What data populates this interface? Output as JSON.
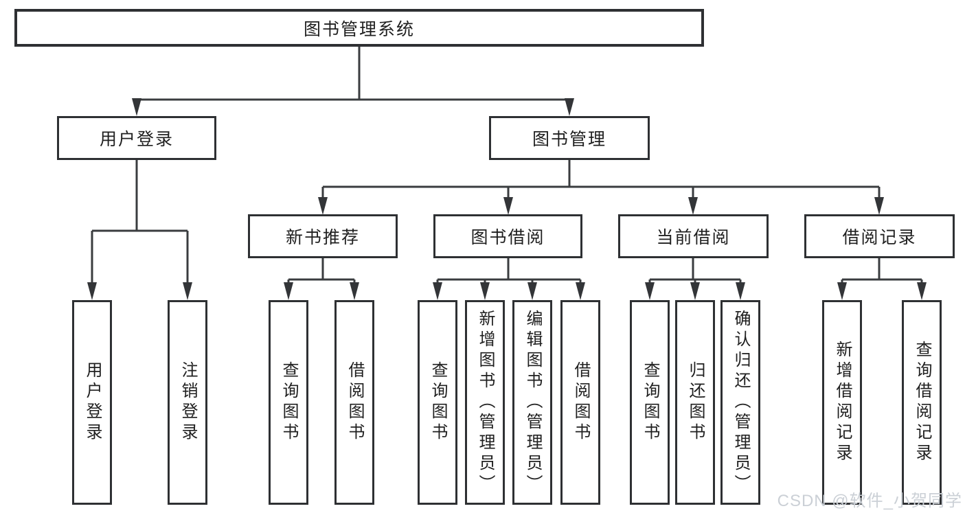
{
  "diagram": {
    "root": {
      "label": "图书管理系统"
    },
    "branches": {
      "user_login": {
        "label": "用户登录",
        "children": [
          {
            "label": "用户登录"
          },
          {
            "label": "注销登录"
          }
        ]
      },
      "book_mgmt": {
        "label": "图书管理",
        "children": [
          {
            "label": "新书推荐",
            "children": [
              {
                "label": "查询图书"
              },
              {
                "label": "借阅图书"
              }
            ]
          },
          {
            "label": "图书借阅",
            "children": [
              {
                "label": "查询图书"
              },
              {
                "label": "新增图书（管理员）"
              },
              {
                "label": "编辑图书（管理员）"
              },
              {
                "label": "借阅图书"
              }
            ]
          },
          {
            "label": "当前借阅",
            "children": [
              {
                "label": "查询图书"
              },
              {
                "label": "归还图书"
              },
              {
                "label": "确认归还（管理员）"
              }
            ]
          },
          {
            "label": "借阅记录",
            "children": [
              {
                "label": "新增借阅记录"
              },
              {
                "label": "查询借阅记录"
              }
            ]
          }
        ]
      }
    }
  },
  "watermark": {
    "text": "CSDN @软件_小贺同学",
    "color": "#cbd0d6"
  },
  "colors": {
    "box_border": "#2e3033",
    "connector_line": "#3a3c3f",
    "arrowhead": "#333538",
    "text": "#1f1f1f",
    "background": "#ffffff"
  }
}
